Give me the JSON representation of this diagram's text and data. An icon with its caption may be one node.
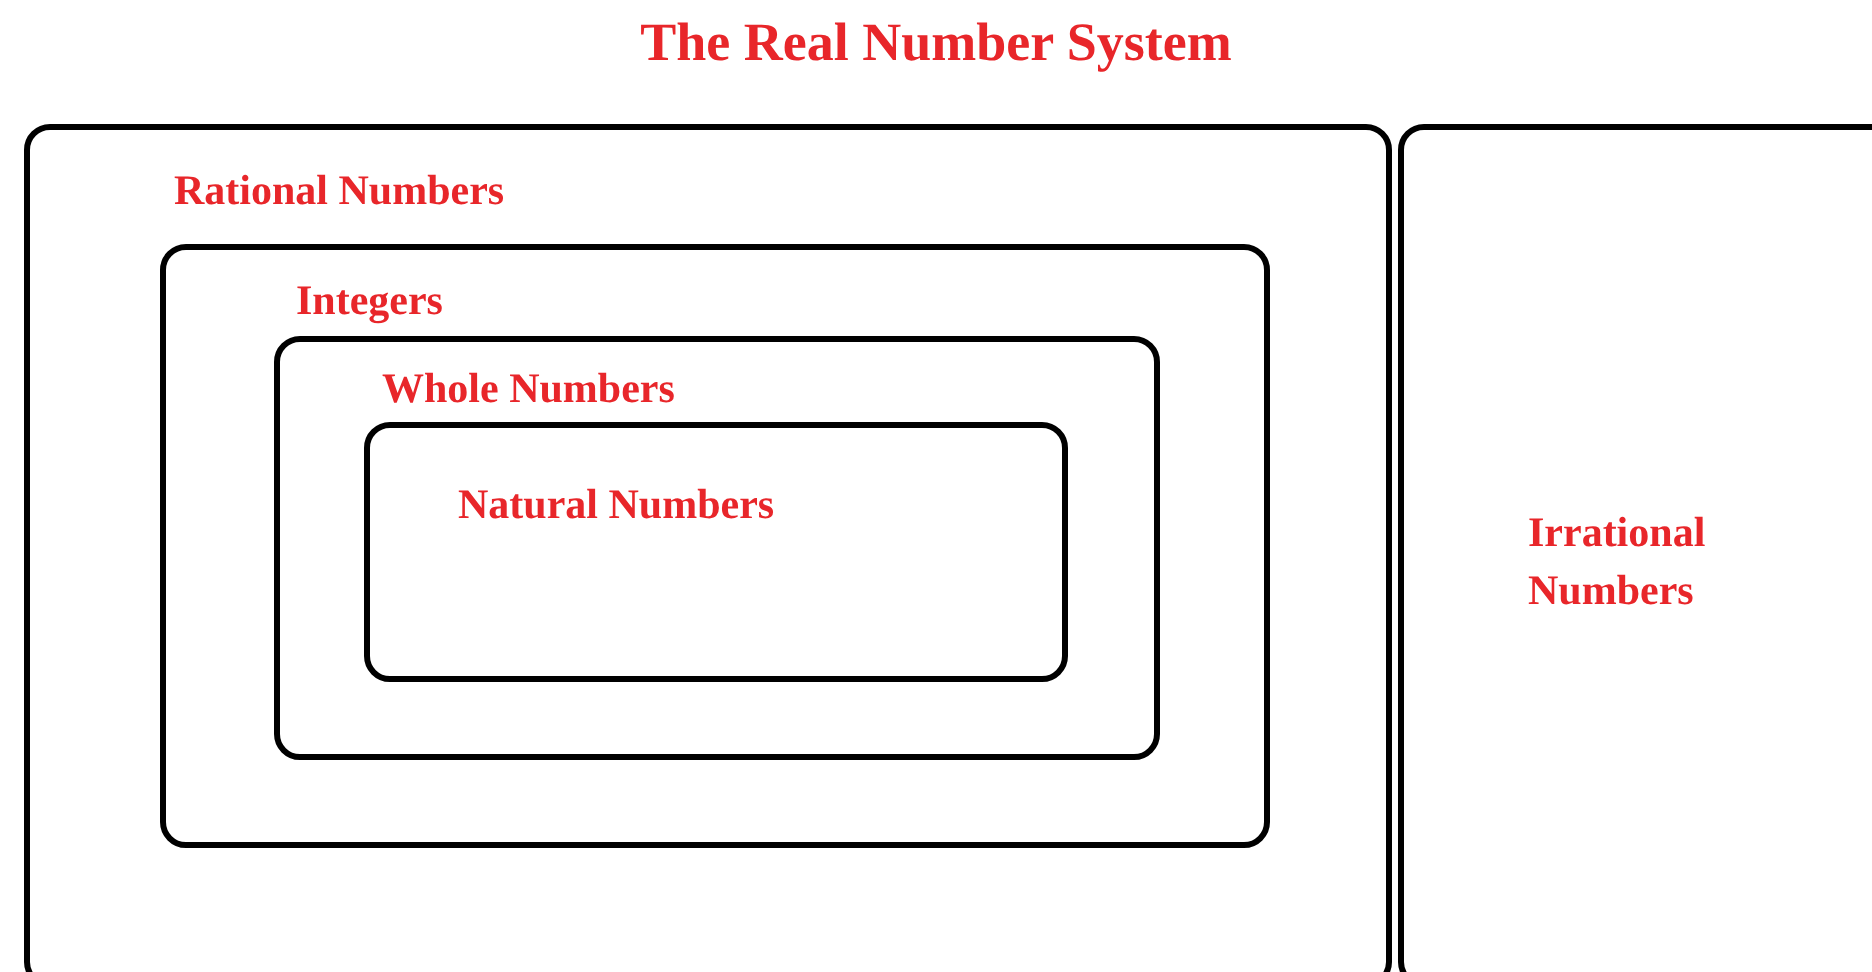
{
  "diagram": {
    "title": "The Real Number System",
    "nodes": [
      {
        "text": [
          "Rational Numbers"
        ]
      },
      {
        "text": [
          "Integers"
        ],
        "in": 0
      },
      {
        "text": [
          "Whole Numbers"
        ],
        "in": 1
      },
      {
        "text": [
          "Natural Numbers"
        ],
        "in": 2
      },
      {
        "text": [
          "Irrational Numbers"
        ]
      }
    ],
    "edges": []
  }
}
